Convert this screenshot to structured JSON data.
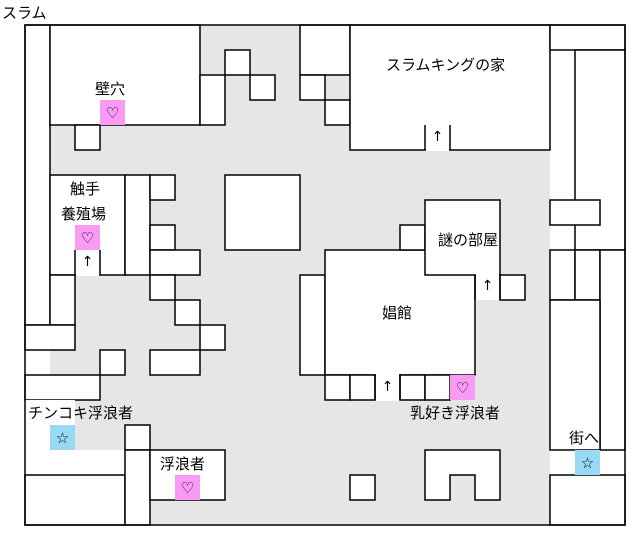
{
  "map_title": "スラム",
  "locations": {
    "wall_hole": "壁穴",
    "tentacle_farm_1": "触手",
    "tentacle_farm_2": "養殖場",
    "slum_king_house": "スラムキングの家",
    "mystery_room": "謎の部屋",
    "brothel": "娼館",
    "breast_vagrant": "乳好き浮浪者",
    "chinkoki_vagrant": "チンコキ浮浪者",
    "vagrant": "浮浪者",
    "to_town": "街へ"
  },
  "icons": {
    "heart": "♡",
    "star": "☆",
    "up_arrow": "↑"
  },
  "colors": {
    "floor": "#e6e6e6",
    "heart_marker": "#f99af5",
    "star_marker": "#99d9f5"
  }
}
